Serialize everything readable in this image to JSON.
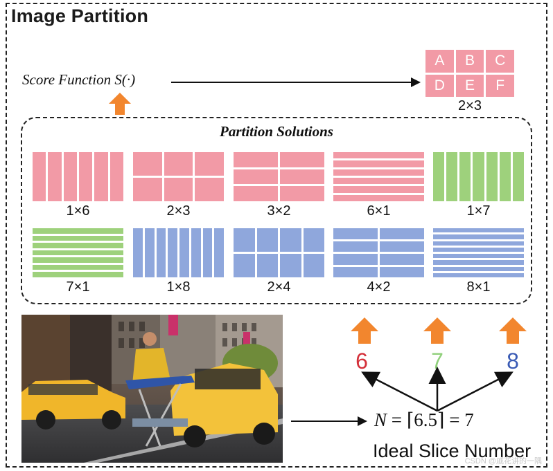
{
  "title": "Image Partition",
  "score_function": "Score Function S(·)",
  "selected": {
    "caption": "2×3",
    "letters": [
      "A",
      "B",
      "C",
      "D",
      "E",
      "F"
    ],
    "color": "#f29aa6"
  },
  "solutions_title": "Partition Solutions",
  "colors": {
    "pink": "#f29aa6",
    "green": "#9ed17c",
    "blue": "#8fa7dc",
    "orange": "#f2862e"
  },
  "partitions": [
    {
      "label": "1×6",
      "cols": 6,
      "rows": 1,
      "color": "#f29aa6"
    },
    {
      "label": "2×3",
      "cols": 3,
      "rows": 2,
      "color": "#f29aa6"
    },
    {
      "label": "3×2",
      "cols": 2,
      "rows": 3,
      "color": "#f29aa6"
    },
    {
      "label": "6×1",
      "cols": 1,
      "rows": 6,
      "color": "#f29aa6"
    },
    {
      "label": "1×7",
      "cols": 7,
      "rows": 1,
      "color": "#9ed17c"
    },
    {
      "label": "7×1",
      "cols": 1,
      "rows": 7,
      "color": "#9ed17c"
    },
    {
      "label": "1×8",
      "cols": 8,
      "rows": 1,
      "color": "#8fa7dc"
    },
    {
      "label": "2×4",
      "cols": 4,
      "rows": 2,
      "color": "#8fa7dc"
    },
    {
      "label": "4×2",
      "cols": 2,
      "rows": 4,
      "color": "#8fa7dc"
    },
    {
      "label": "8×1",
      "cols": 1,
      "rows": 8,
      "color": "#8fa7dc"
    }
  ],
  "slice_numbers": [
    {
      "value": "6",
      "color": "#d4303a"
    },
    {
      "value": "7",
      "color": "#8fd07a"
    },
    {
      "value": "8",
      "color": "#3a5bb5"
    }
  ],
  "formula": {
    "n_symbol": "N",
    "expression": " = ⌈6.5⌉ = 7"
  },
  "ideal_label": "Ideal Slice Number",
  "watermark": "CSDN @戚花讲的一隅"
}
